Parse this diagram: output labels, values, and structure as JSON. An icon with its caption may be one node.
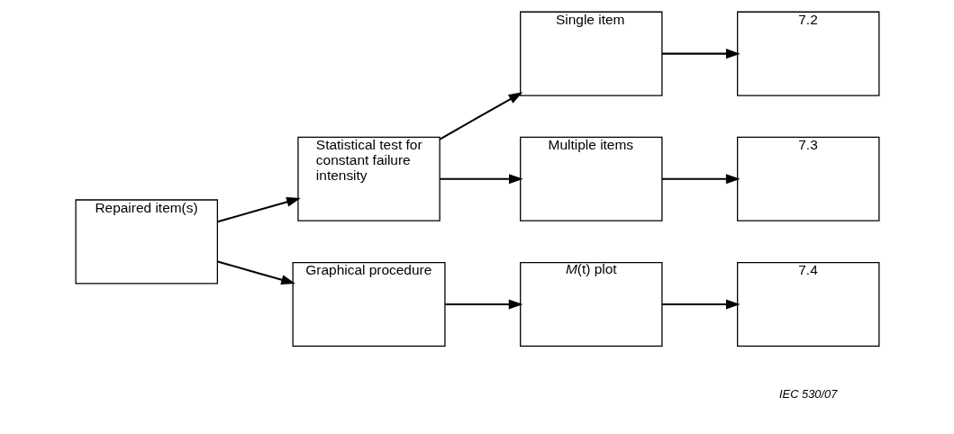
{
  "diagram": {
    "nodes": [
      {
        "text": [
          "Repaired item(s)"
        ]
      },
      {
        "text": [
          "Statistical test for constant failure intensity"
        ]
      },
      {
        "text": [
          "Graphical procedure"
        ]
      },
      {
        "text": [
          "Single item"
        ]
      },
      {
        "text": [
          "Multiple items"
        ]
      },
      {
        "text": [
          "*M*(t) plot"
        ]
      },
      {
        "text": [
          "7.2"
        ]
      },
      {
        "text": [
          "7.3"
        ]
      },
      {
        "text": [
          "7.4"
        ]
      }
    ],
    "edges": [
      {
        "from": 0,
        "to": 1,
        "arrow": "to"
      },
      {
        "from": 0,
        "to": 2,
        "arrow": "to"
      },
      {
        "from": 1,
        "to": 3,
        "arrow": "to"
      },
      {
        "from": 1,
        "to": 4,
        "arrow": "to"
      },
      {
        "from": 3,
        "to": 6,
        "arrow": "to"
      },
      {
        "from": 4,
        "to": 7,
        "arrow": "to"
      },
      {
        "from": 2,
        "to": 5,
        "arrow": "to"
      },
      {
        "from": 5,
        "to": 8,
        "arrow": "to"
      }
    ],
    "labels": [
      "IEC 530/07"
    ]
  }
}
